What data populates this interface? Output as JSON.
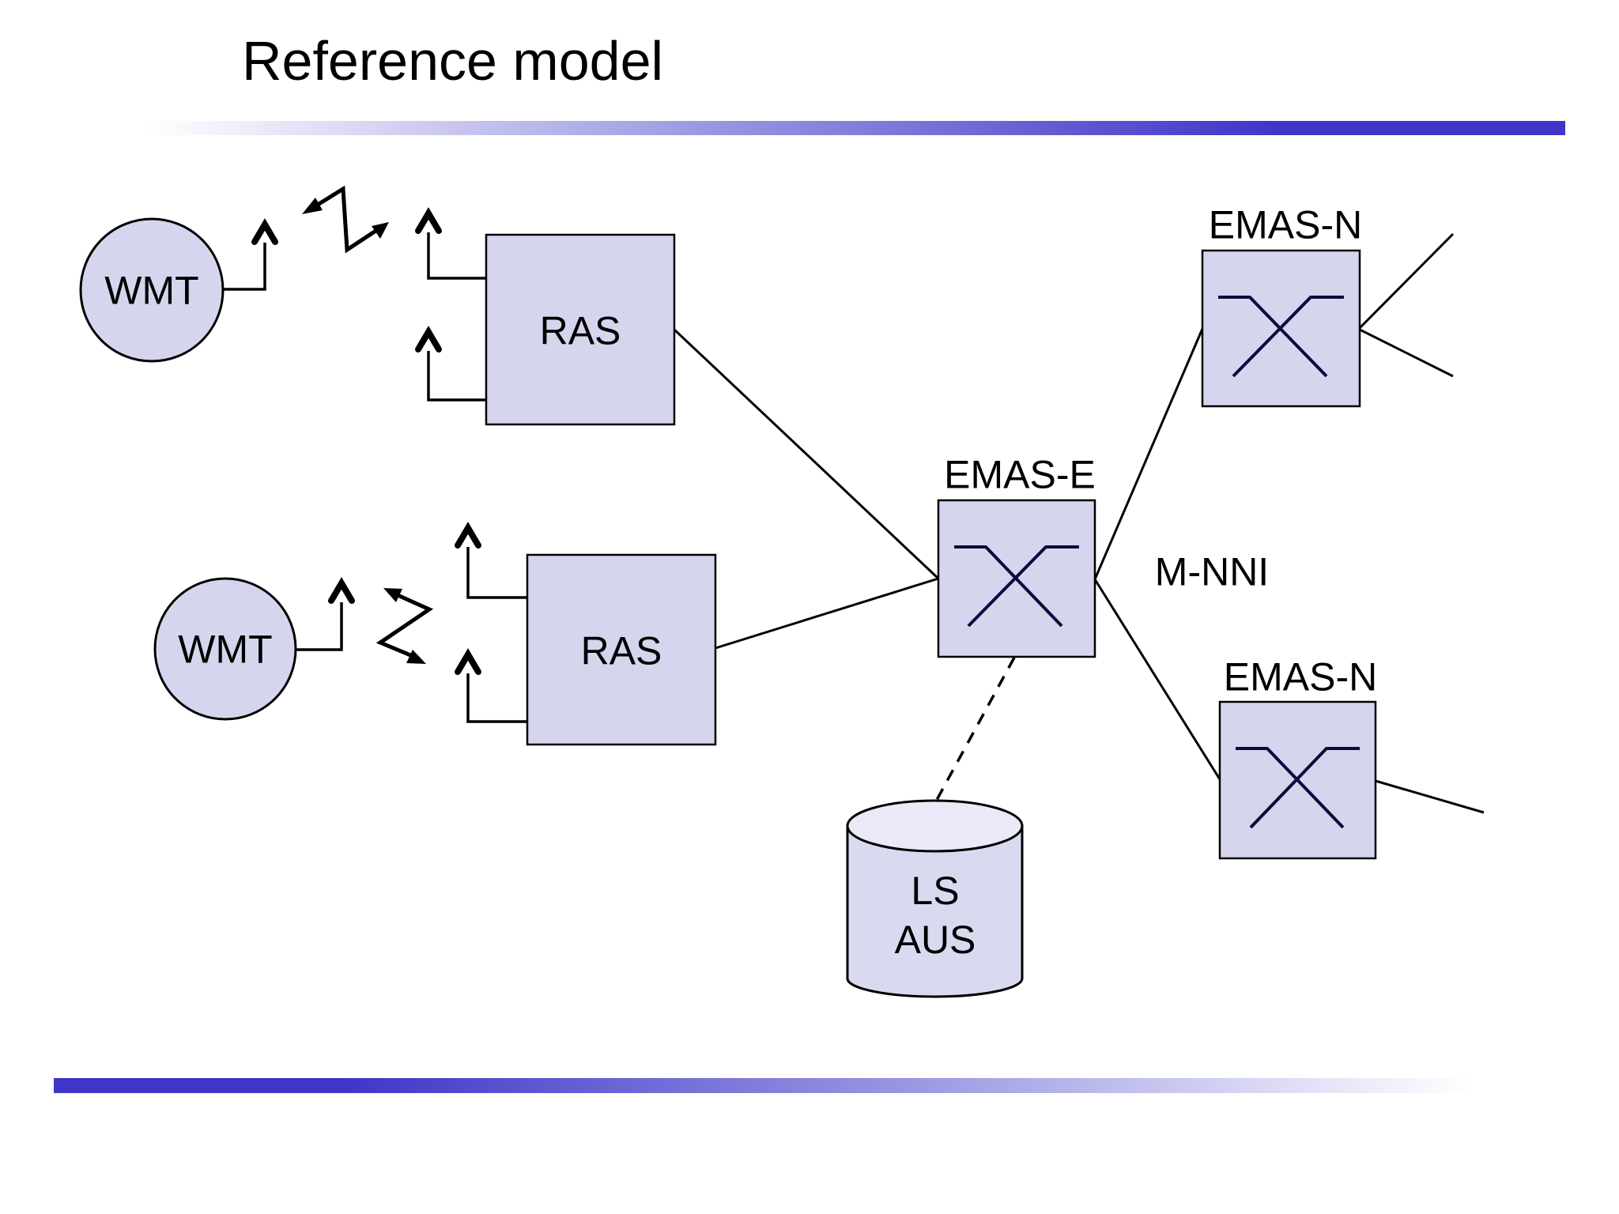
{
  "title": "Reference model",
  "colors": {
    "bar_blue": "#3e36c9",
    "node_fill": "#d5d6ee",
    "node_stroke": "#000000",
    "cylinder_fill": "#d9daf0",
    "cylinder_top_fill": "#e9e9f7",
    "sym_stroke": "#0a0a3c",
    "line_black": "#000000"
  },
  "nodes": {
    "wmt1": {
      "label": "WMT",
      "type": "wireless-terminal"
    },
    "wmt2": {
      "label": "WMT",
      "type": "wireless-terminal"
    },
    "ras1": {
      "label": "RAS",
      "type": "radio-access-server"
    },
    "ras2": {
      "label": "RAS",
      "type": "radio-access-server"
    },
    "emas_e": {
      "label": "EMAS-E",
      "type": "edge-switch"
    },
    "emas_n_top": {
      "label": "EMAS-N",
      "type": "network-switch"
    },
    "emas_n_bottom": {
      "label": "EMAS-N",
      "type": "network-switch"
    },
    "ls_aus": {
      "line1": "LS",
      "line2": "AUS",
      "type": "database"
    }
  },
  "labels": {
    "m_nni": "M-NNI"
  }
}
